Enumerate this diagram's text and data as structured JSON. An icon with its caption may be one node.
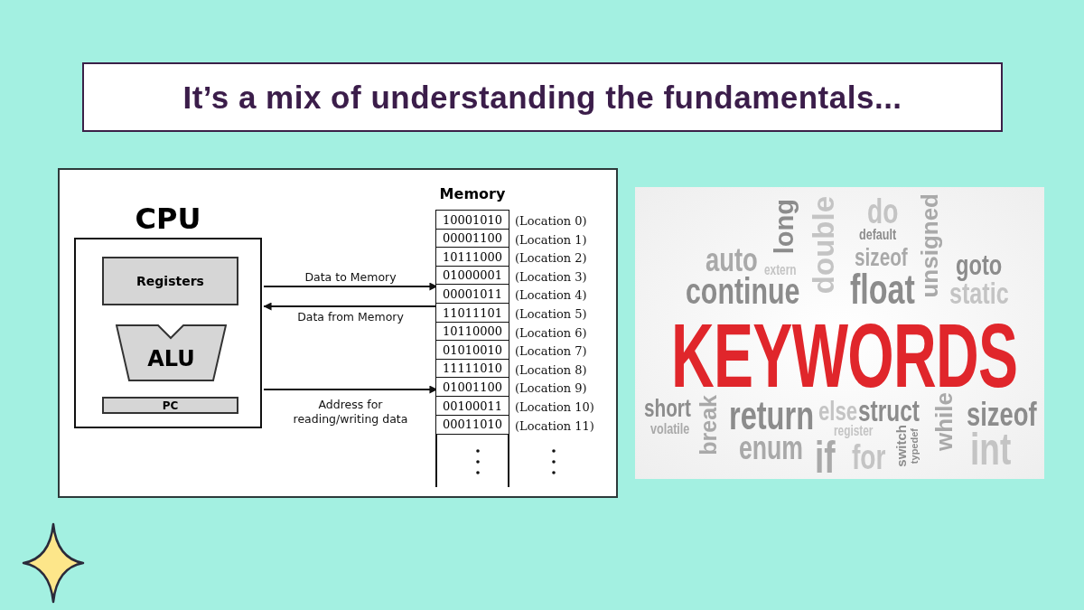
{
  "diagram": {
    "title": "It’s a mix of understanding the fundamentals...",
    "nodes": [
      {
        "text": [
          "CPU"
        ]
      },
      {
        "text": [
          "Registers"
        ],
        "in": 0
      },
      {
        "text": [
          "ALU"
        ],
        "in": 0
      },
      {
        "text": [
          "PC"
        ],
        "in": 0
      },
      {
        "text": [
          "Memory"
        ]
      },
      {
        "text": [
          "10001010"
        ],
        "in": 4,
        "beside": [
          "(Location 0)"
        ]
      },
      {
        "text": [
          "00001100"
        ],
        "in": 4,
        "beside": [
          "(Location 1)"
        ]
      },
      {
        "text": [
          "10111000"
        ],
        "in": 4,
        "beside": [
          "(Location 2)"
        ]
      },
      {
        "text": [
          "01000001"
        ],
        "in": 4,
        "beside": [
          "(Location 3)"
        ]
      },
      {
        "text": [
          "00001011"
        ],
        "in": 4,
        "beside": [
          "(Location 4)"
        ]
      },
      {
        "text": [
          "11011101"
        ],
        "in": 4,
        "beside": [
          "(Location 5)"
        ]
      },
      {
        "text": [
          "10110000"
        ],
        "in": 4,
        "beside": [
          "(Location 6)"
        ]
      },
      {
        "text": [
          "01010010"
        ],
        "in": 4,
        "beside": [
          "(Location 7)"
        ]
      },
      {
        "text": [
          "11111010"
        ],
        "in": 4,
        "beside": [
          "(Location 8)"
        ]
      },
      {
        "text": [
          "01001100"
        ],
        "in": 4,
        "beside": [
          "(Location 9)"
        ]
      },
      {
        "text": [
          "00100011"
        ],
        "in": 4,
        "beside": [
          "(Location 10)"
        ]
      },
      {
        "text": [
          "00011010"
        ],
        "in": 4,
        "beside": [
          "(Location 11)"
        ]
      }
    ],
    "edges": [
      {
        "from": 0,
        "to": 4,
        "arrow": "to",
        "label": "Data to Memory"
      },
      {
        "from": 4,
        "to": 0,
        "arrow": "to",
        "label": "Data from Memory"
      },
      {
        "from": 0,
        "to": 4,
        "arrow": "to",
        "label": "Address for reading/writing data"
      }
    ],
    "labels": [
      "do",
      "long",
      "double",
      "unsigned",
      "default",
      "auto",
      "sizeof",
      "goto",
      "extern",
      "continue",
      "float",
      "static",
      "KEYWORDS",
      "short",
      "break",
      "return",
      "else",
      "struct",
      "while",
      "sizeof",
      "volatile",
      "register",
      "enum",
      "if",
      "for",
      "switch",
      "typedef",
      "int"
    ]
  }
}
